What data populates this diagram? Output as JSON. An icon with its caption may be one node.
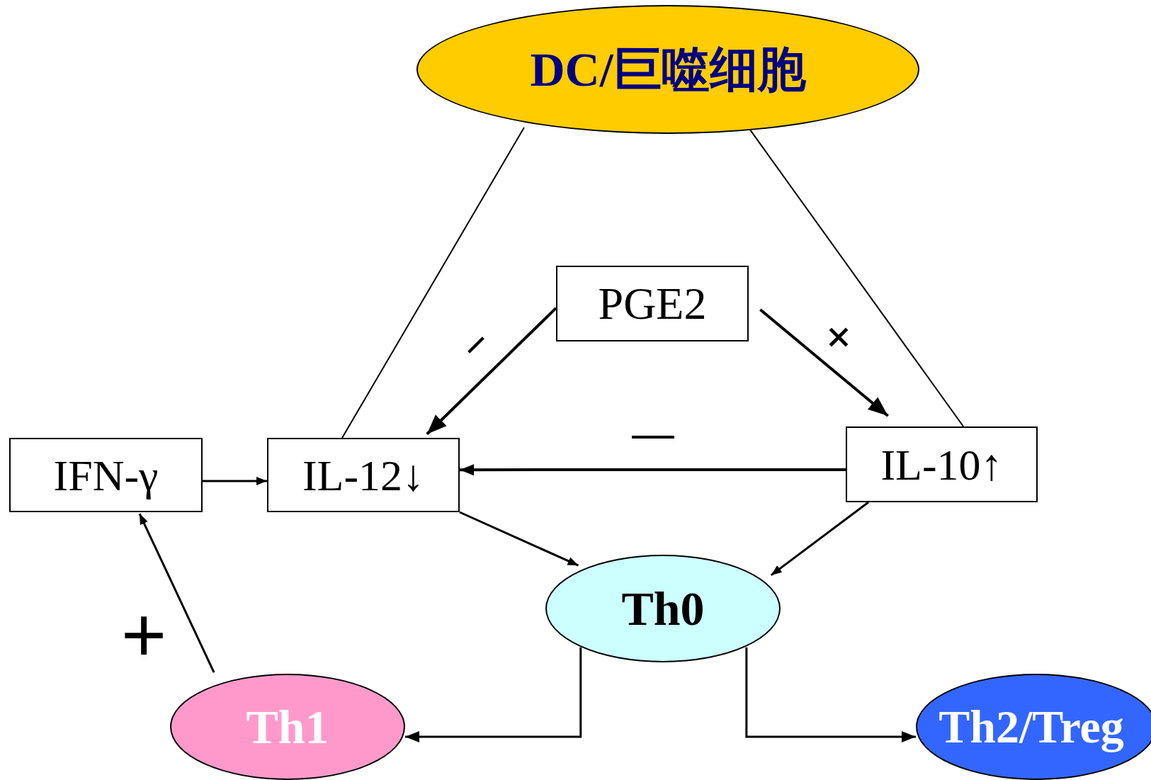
{
  "diagram": {
    "nodes": [
      {
        "text": [
          "DC/巨噬细胞"
        ]
      },
      {
        "text": [
          "PGE2"
        ]
      },
      {
        "text": [
          "IFN-γ"
        ]
      },
      {
        "text": [
          "IL-12↓"
        ]
      },
      {
        "text": [
          "IL-10↑"
        ]
      },
      {
        "text": [
          "Th0"
        ]
      },
      {
        "text": [
          "Th1"
        ]
      },
      {
        "text": [
          "Th2/Treg"
        ]
      }
    ],
    "edges": [
      {
        "from": 0,
        "to": 3,
        "arrow": "none"
      },
      {
        "from": 0,
        "to": 4,
        "arrow": "none"
      },
      {
        "from": 1,
        "to": 3,
        "arrow": "to",
        "label": "−"
      },
      {
        "from": 1,
        "to": 4,
        "arrow": "to",
        "label": "+"
      },
      {
        "from": 4,
        "to": 3,
        "arrow": "to",
        "label": "—"
      },
      {
        "from": 2,
        "to": 3,
        "arrow": "to"
      },
      {
        "from": 3,
        "to": 5,
        "arrow": "to"
      },
      {
        "from": 4,
        "to": 5,
        "arrow": "to"
      },
      {
        "from": 5,
        "to": 6,
        "arrow": "to"
      },
      {
        "from": 5,
        "to": 7,
        "arrow": "to"
      },
      {
        "from": 6,
        "to": 2,
        "arrow": "to",
        "label": "+"
      }
    ]
  }
}
